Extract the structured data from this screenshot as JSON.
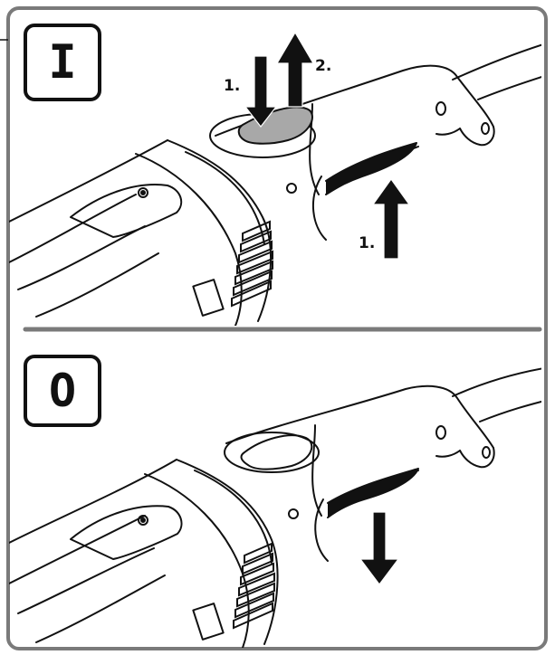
{
  "panels": [
    {
      "symbol": "I",
      "labels": {
        "slider_push_down": "1.",
        "slider_push_forward": "2.",
        "trigger_pull_up": "1."
      }
    },
    {
      "symbol": "O"
    }
  ],
  "colors": {
    "frame": "#7a7a7a",
    "ink": "#111111",
    "slider_fill": "#a8a8a8"
  }
}
